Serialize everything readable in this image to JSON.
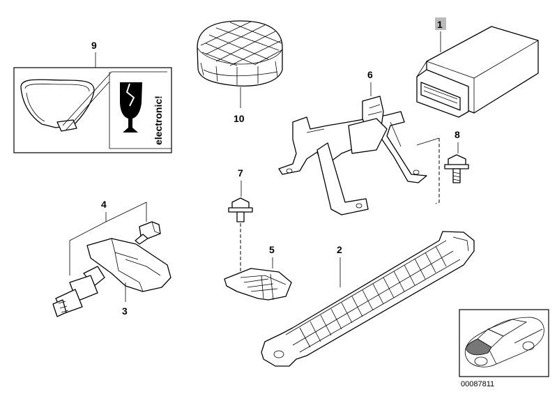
{
  "callouts": {
    "p1": "1",
    "p2": "2",
    "p3": "3",
    "p4": "4",
    "p5": "5",
    "p6": "6",
    "p7": "7",
    "p8": "8",
    "p9": "9",
    "p10": "10"
  },
  "label_text": "electronic!",
  "diagram_number": "00087811"
}
